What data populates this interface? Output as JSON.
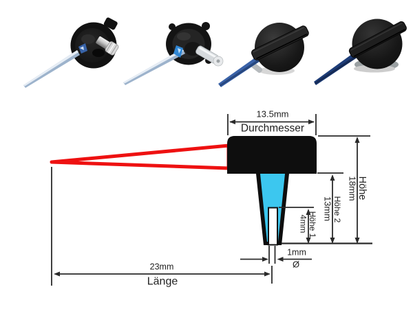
{
  "colors": {
    "background": "#ffffff",
    "part_black": "#0e0e0e",
    "pointer_red": "#ee1111",
    "shaft_cyan": "#3cc7ef",
    "dim_line": "#2a2a2a",
    "text": "#1f1f1f",
    "needle_steel_blue": "#9db3cc",
    "needle_blue": "#3a62a8",
    "needle_navy": "#1e3d78"
  },
  "dimensions": {
    "diameter": {
      "value": "13.5mm",
      "label": "Durchmesser"
    },
    "height": {
      "value": "18mm",
      "label": "Höhe"
    },
    "height2": {
      "value": "13mm",
      "label": "Höhe 2"
    },
    "height1": {
      "value": "4mm",
      "label": "Höhe 1"
    },
    "tip_diameter": {
      "value": "1mm",
      "label": "Ø"
    },
    "length": {
      "value": "23mm",
      "label": "Länge"
    }
  }
}
